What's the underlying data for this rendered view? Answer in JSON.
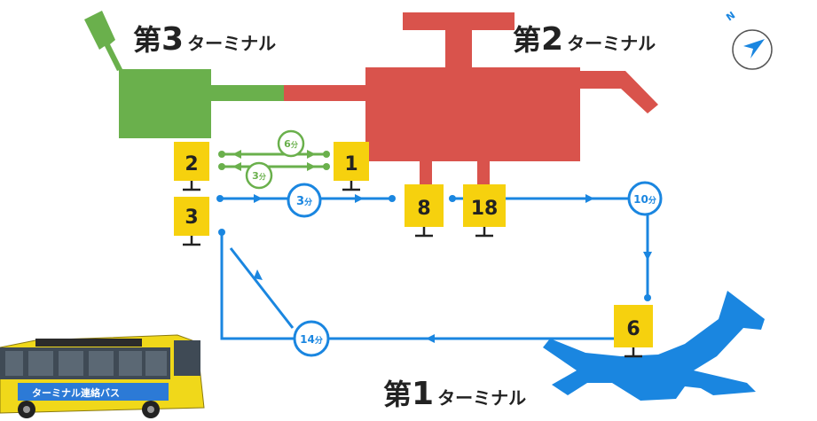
{
  "terminals": {
    "t1": {
      "kanji": "第",
      "num": "1",
      "suffix": "ターミナル"
    },
    "t2": {
      "kanji": "第",
      "num": "2",
      "suffix": "ターミナル"
    },
    "t3": {
      "kanji": "第",
      "num": "3",
      "suffix": "ターミナル"
    }
  },
  "stops": {
    "s1": "1",
    "s2": "2",
    "s3": "3",
    "s6": "6",
    "s8": "8",
    "s18": "18"
  },
  "times": {
    "green_top": {
      "value": "6",
      "unit": "分"
    },
    "green_bottom": {
      "value": "3",
      "unit": "分"
    },
    "blue_top": {
      "value": "3",
      "unit": "分"
    },
    "blue_right": {
      "value": "10",
      "unit": "分"
    },
    "blue_bottom": {
      "value": "14",
      "unit": "分"
    }
  },
  "compass": {
    "letter": "N"
  },
  "bus": {
    "sign_text": "ターミナル連絡バス"
  },
  "colors": {
    "terminal1": "#1a86e0",
    "terminal2": "#d9534c",
    "terminal3": "#6ab04c",
    "route_blue": "#1a86e0",
    "route_green": "#6ab04c",
    "stop_yellow": "#f6d10e",
    "bus_yellow": "#f0d81a"
  }
}
